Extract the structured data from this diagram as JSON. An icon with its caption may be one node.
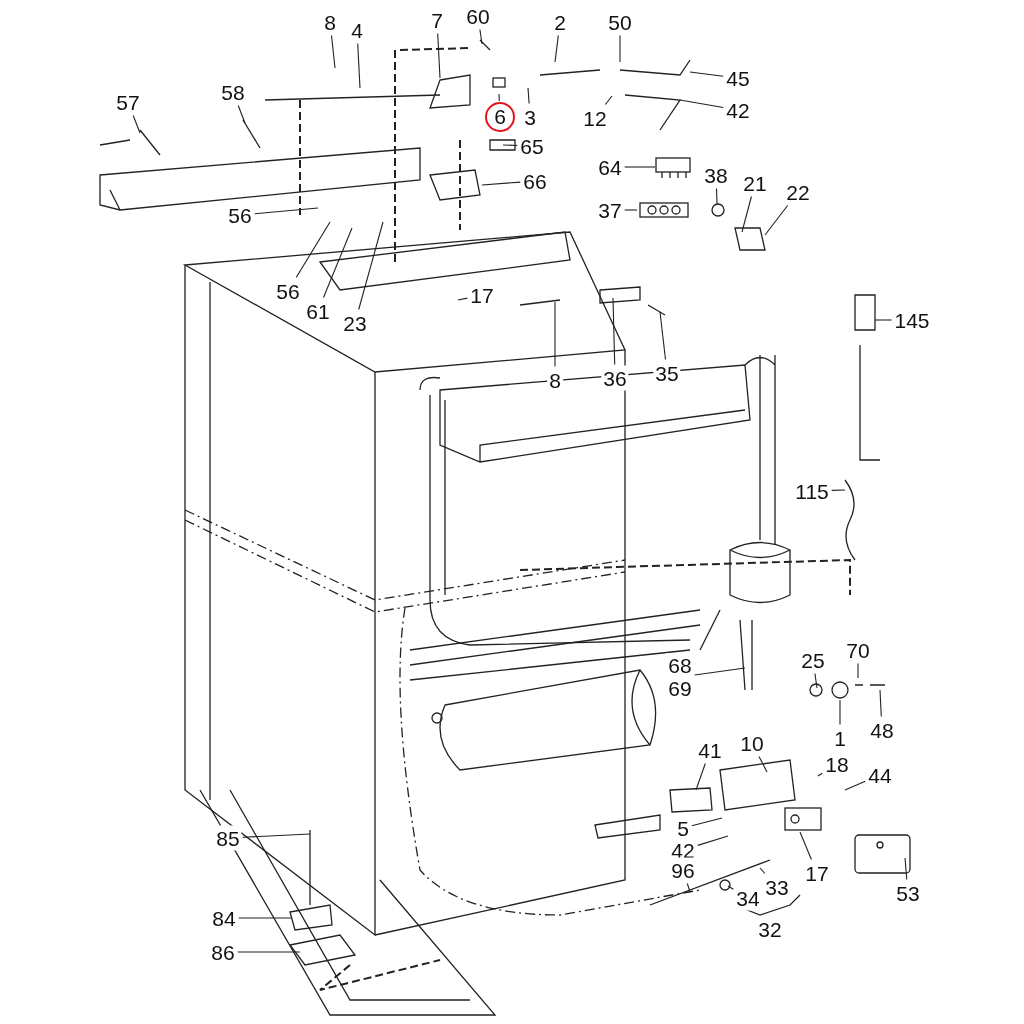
{
  "diagram": {
    "nodes": [
      {
        "text": [
          "8"
        ]
      },
      {
        "text": [
          "4"
        ]
      },
      {
        "text": [
          "7"
        ]
      },
      {
        "text": [
          "60"
        ]
      },
      {
        "text": [
          "2"
        ]
      },
      {
        "text": [
          "50"
        ]
      },
      {
        "text": [
          "45"
        ]
      },
      {
        "text": [
          "57"
        ]
      },
      {
        "text": [
          "58"
        ]
      },
      {
        "text": [
          "42"
        ]
      },
      {
        "text": [
          "6"
        ]
      },
      {
        "text": [
          "3"
        ]
      },
      {
        "text": [
          "12"
        ]
      },
      {
        "text": [
          "65"
        ]
      },
      {
        "text": [
          "64"
        ]
      },
      {
        "text": [
          "38"
        ]
      },
      {
        "text": [
          "66"
        ]
      },
      {
        "text": [
          "21"
        ]
      },
      {
        "text": [
          "22"
        ]
      },
      {
        "text": [
          "37"
        ]
      },
      {
        "text": [
          "56"
        ]
      },
      {
        "text": [
          "56"
        ]
      },
      {
        "text": [
          "17"
        ]
      },
      {
        "text": [
          "61"
        ]
      },
      {
        "text": [
          "145"
        ]
      },
      {
        "text": [
          "23"
        ]
      },
      {
        "text": [
          "8"
        ]
      },
      {
        "text": [
          "36"
        ]
      },
      {
        "text": [
          "35"
        ]
      },
      {
        "text": [
          "115"
        ]
      },
      {
        "text": [
          "25"
        ]
      },
      {
        "text": [
          "70"
        ]
      },
      {
        "text": [
          "68",
          "69"
        ]
      },
      {
        "text": [
          "48"
        ]
      },
      {
        "text": [
          "1"
        ]
      },
      {
        "text": [
          "10"
        ]
      },
      {
        "text": [
          "41"
        ]
      },
      {
        "text": [
          "18"
        ]
      },
      {
        "text": [
          "44"
        ]
      },
      {
        "text": [
          "5"
        ]
      },
      {
        "text": [
          "85"
        ]
      },
      {
        "text": [
          "42"
        ]
      },
      {
        "text": [
          "96"
        ]
      },
      {
        "text": [
          "17"
        ]
      },
      {
        "text": [
          "33"
        ]
      },
      {
        "text": [
          "53"
        ]
      },
      {
        "text": [
          "34"
        ]
      },
      {
        "text": [
          "84"
        ]
      },
      {
        "text": [
          "86"
        ]
      }
    ],
    "edges": [
      {
        "from": 0,
        "to": null,
        "arrow": "none"
      },
      {
        "from": 1,
        "to": null,
        "arrow": "none"
      },
      {
        "from": 2,
        "to": null,
        "arrow": "none"
      },
      {
        "from": 3,
        "to": null,
        "arrow": "none"
      },
      {
        "from": 4,
        "to": null,
        "arrow": "none"
      },
      {
        "from": 5,
        "to": null,
        "arrow": "none"
      },
      {
        "from": 6,
        "to": null,
        "arrow": "none"
      },
      {
        "from": 7,
        "to": null,
        "arrow": "none"
      },
      {
        "from": 8,
        "to": null,
        "arrow": "none"
      },
      {
        "from": 9,
        "to": null,
        "arrow": "none"
      },
      {
        "from": 10,
        "to": null,
        "arrow": "none"
      },
      {
        "from": 11,
        "to": null,
        "arrow": "none"
      },
      {
        "from": 12,
        "to": null,
        "arrow": "none"
      },
      {
        "from": 13,
        "to": null,
        "arrow": "none"
      },
      {
        "from": 14,
        "to": null,
        "arrow": "none"
      },
      {
        "from": 15,
        "to": null,
        "arrow": "none"
      },
      {
        "from": 16,
        "to": null,
        "arrow": "none"
      },
      {
        "from": 17,
        "to": null,
        "arrow": "none"
      },
      {
        "from": 18,
        "to": null,
        "arrow": "none"
      },
      {
        "from": 19,
        "to": null,
        "arrow": "none"
      },
      {
        "from": 20,
        "to": null,
        "arrow": "none"
      },
      {
        "from": 21,
        "to": null,
        "arrow": "none"
      },
      {
        "from": 22,
        "to": null,
        "arrow": "none"
      },
      {
        "from": 23,
        "to": null,
        "arrow": "none"
      },
      {
        "from": 24,
        "to": null,
        "arrow": "none"
      },
      {
        "from": 25,
        "to": null,
        "arrow": "none"
      },
      {
        "from": 26,
        "to": null,
        "arrow": "none"
      },
      {
        "from": 27,
        "to": null,
        "arrow": "none"
      },
      {
        "from": 28,
        "to": null,
        "arrow": "none"
      },
      {
        "from": 29,
        "to": null,
        "arrow": "none"
      },
      {
        "from": 30,
        "to": null,
        "arrow": "none"
      },
      {
        "from": 31,
        "to": null,
        "arrow": "none"
      },
      {
        "from": 32,
        "to": null,
        "arrow": "none"
      },
      {
        "from": 33,
        "to": null,
        "arrow": "none"
      },
      {
        "from": 34,
        "to": null,
        "arrow": "none"
      },
      {
        "from": 35,
        "to": null,
        "arrow": "none"
      },
      {
        "from": 36,
        "to": null,
        "arrow": "none"
      },
      {
        "from": 37,
        "to": null,
        "arrow": "none"
      },
      {
        "from": 38,
        "to": null,
        "arrow": "none"
      },
      {
        "from": 39,
        "to": null,
        "arrow": "none"
      },
      {
        "from": 40,
        "to": null,
        "arrow": "none"
      },
      {
        "from": 41,
        "to": null,
        "arrow": "none"
      },
      {
        "from": 42,
        "to": null,
        "arrow": "none"
      },
      {
        "from": 43,
        "to": null,
        "arrow": "none"
      },
      {
        "from": 44,
        "to": null,
        "arrow": "none"
      },
      {
        "from": 45,
        "to": null,
        "arrow": "none"
      },
      {
        "from": 46,
        "to": null,
        "arrow": "none"
      },
      {
        "from": 47,
        "to": null,
        "arrow": "none"
      },
      {
        "from": 48,
        "to": null,
        "arrow": "none"
      }
    ],
    "labels": [
      "32"
    ]
  }
}
